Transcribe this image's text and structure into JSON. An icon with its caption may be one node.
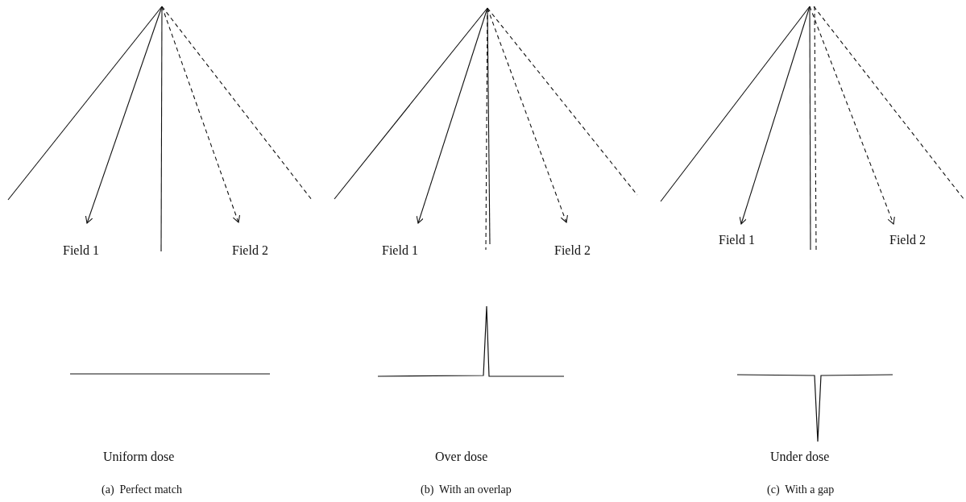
{
  "diagram": {
    "labels": [
      "Field 1",
      "Field 2",
      "Field 1",
      "Field 2",
      "Field 1",
      "Field 2",
      "Uniform dose",
      "Over dose",
      "Under dose",
      "(a)  Perfect match",
      "(b)  With an overlap",
      "(c)  With a gap"
    ]
  }
}
